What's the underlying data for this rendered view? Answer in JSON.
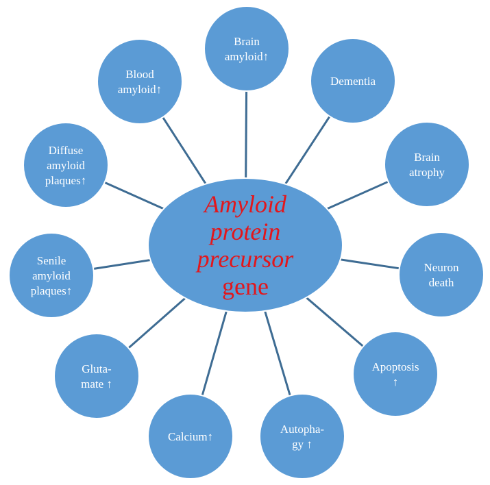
{
  "colors": {
    "node_fill": "#5b9bd5",
    "node_stroke": "#ffffff",
    "spoke": "#3e6c93",
    "center_text": "#e3161b",
    "node_text": "#ffffff"
  },
  "center": {
    "lines": [
      {
        "text": "Amyloid",
        "italic": true
      },
      {
        "text": "protein",
        "italic": true
      },
      {
        "text": "precursor",
        "italic": true
      },
      {
        "text": "gene",
        "italic": false
      }
    ]
  },
  "nodes": [
    {
      "id": "brain-amyloid",
      "lines": [
        "Brain",
        "amyloid↑"
      ]
    },
    {
      "id": "dementia",
      "lines": [
        "Dementia"
      ]
    },
    {
      "id": "brain-atrophy",
      "lines": [
        "Brain",
        "atrophy"
      ]
    },
    {
      "id": "neuron-death",
      "lines": [
        "Neuron",
        "death"
      ]
    },
    {
      "id": "apoptosis",
      "lines": [
        "Apoptosis",
        "↑"
      ]
    },
    {
      "id": "autophagy",
      "lines": [
        "Autopha-",
        "gy ↑"
      ]
    },
    {
      "id": "calcium",
      "lines": [
        "Calcium↑"
      ]
    },
    {
      "id": "glutamate",
      "lines": [
        "Gluta-",
        "mate ↑"
      ]
    },
    {
      "id": "senile-amyloid-plaques",
      "lines": [
        "Senile",
        "amyloid",
        "plaques↑"
      ]
    },
    {
      "id": "diffuse-amyloid-plaques",
      "lines": [
        "Diffuse",
        "amyloid",
        "plaques↑"
      ]
    },
    {
      "id": "blood-amyloid",
      "lines": [
        "Blood",
        "amyloid↑"
      ]
    }
  ]
}
